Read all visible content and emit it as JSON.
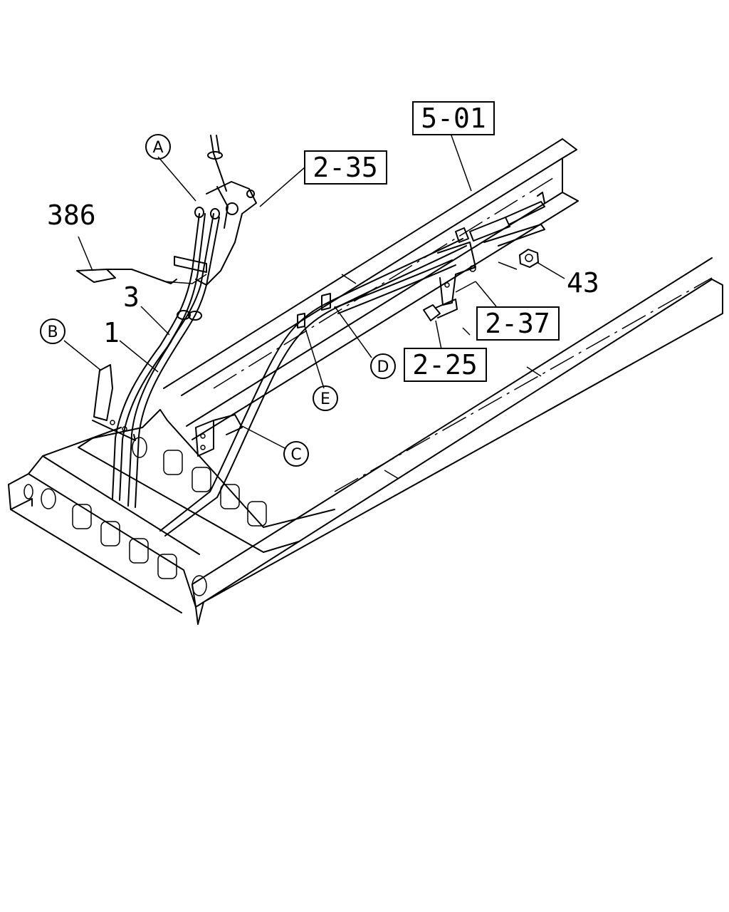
{
  "diagram": {
    "ref_boxes": {
      "frame": "5-01",
      "bracket_upper": "2-35",
      "bracket_right": "2-37",
      "bolt": "2-25"
    },
    "part_numbers": {
      "clip": "386",
      "cable_3": "3",
      "cable_1": "1",
      "nut": "43"
    },
    "callouts": {
      "a": "A",
      "b": "B",
      "c": "C",
      "d": "D",
      "e": "E"
    }
  }
}
